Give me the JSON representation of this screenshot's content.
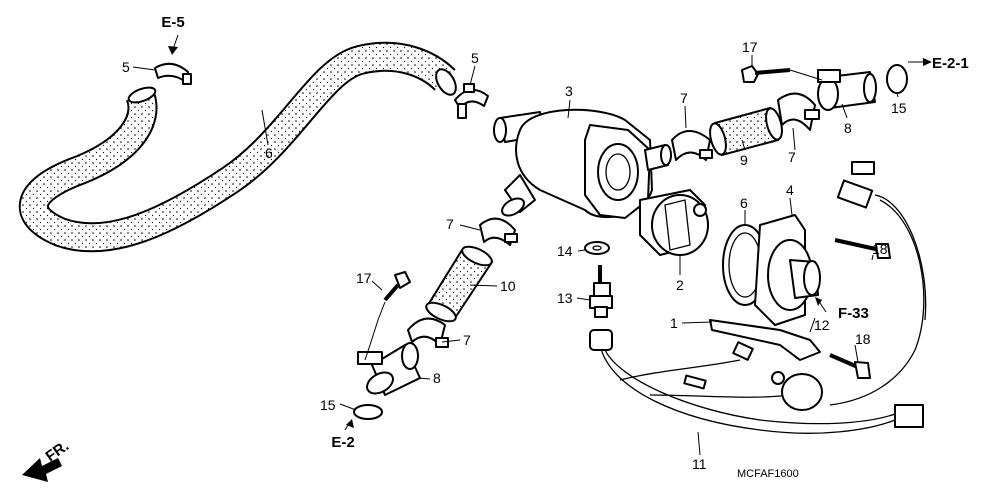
{
  "refs": {
    "e5": "E-5",
    "e21": "E-2-1",
    "e2": "E-2",
    "f33": "F-33",
    "fr": "FR."
  },
  "callouts": {
    "c5a": "5",
    "c5b": "5",
    "c6a": "6",
    "c6b": "6",
    "c3": "3",
    "c17a": "17",
    "c17b": "17",
    "c7a": "7",
    "c7b": "7",
    "c7c": "7",
    "c7d": "7",
    "c8a": "8",
    "c8b": "8",
    "c9": "9",
    "c10": "10",
    "c15a": "15",
    "c15b": "15",
    "c14": "14",
    "c13": "13",
    "c2": "2",
    "c4": "4",
    "c18a": "18",
    "c18b": "18",
    "c1": "1",
    "c12": "12",
    "c11": "11"
  },
  "diagram_code": "MCFAF1600"
}
